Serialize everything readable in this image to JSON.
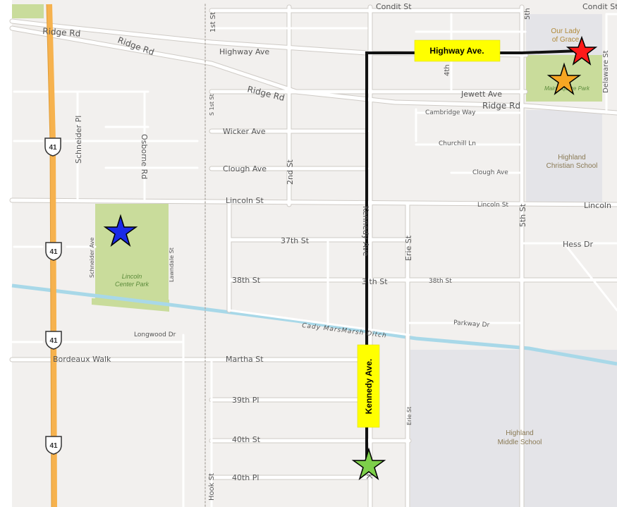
{
  "colors": {
    "land": "#f2f0ee",
    "road": "#ffffff",
    "road_edge": "#cfcbc6",
    "highway": "#f6b24e",
    "water": "#a8d8e8",
    "park": "#c9dc9b",
    "school": "#e4e4e8",
    "route": "#111111",
    "route_label_bg": "#ffff00",
    "star_red": "#ff1a1a",
    "star_orange": "#f6a623",
    "star_blue": "#1a2ae8",
    "star_green": "#7dcf4a"
  },
  "route_labels": {
    "highway_ave": "Highway Ave.",
    "kennedy_ave": "Kennedy Ave."
  },
  "streets": {
    "condit_st_1": "Condit St",
    "condit_st_2": "Condit St",
    "ridge_rd_1": "Ridge Rd",
    "ridge_rd_2": "Ridge Rd",
    "ridge_rd_3": "Ridge Rd",
    "ridge_rd_4": "Ridge Rd",
    "highway_ave": "Highway Ave",
    "jewett_ave": "Jewett Ave",
    "cambridge_way": "Cambridge Way",
    "churchill_ln": "Churchill Ln",
    "wicker_ave": "Wicker Ave",
    "clough_ave_1": "Clough Ave",
    "clough_ave_2": "Clough Ave",
    "lincoln_st_1": "Lincoln St",
    "lincoln_st_2": "Lincoln St",
    "lincoln_st_3": "Lincoln",
    "st_37th": "37th St",
    "st_38th_1": "38th St",
    "st_38th_2": "3 th St",
    "st_38th_3": "38th St",
    "hess_dr": "Hess Dr",
    "parkway_dr": "Parkway Dr",
    "cady_marsh_ditch": "Cady MarsMarsh Ditch",
    "longwood_dr": "Longwood Dr",
    "bordeaux_walk": "Bordeaux Walk",
    "martha_st": "Martha St",
    "pl_39th": "39th Pl",
    "st_40th": "40th St",
    "pl_40th": "40th Pl",
    "schneider_pl": "Schneider Pl",
    "osborne_rd": "Osborne Rd",
    "schneider_ave": "Schneider Ave",
    "lawndale_st": "Lawndale St",
    "s_1st_st": "S 1st St",
    "st_1st": "1st St",
    "st_2nd": "2nd St",
    "kennedy_ave_1": "Kennedy Ave",
    "kennedy_ave_2": "K",
    "erie_st_1": "Erie St",
    "erie_st_2": "Erie St",
    "st_4th": "4th",
    "st_5th_1": "5th",
    "st_5th_2": "5th St",
    "delaware_st": "Delaware St",
    "hook_st": "Hook St"
  },
  "pois": {
    "our_lady_line1": "Our Lady",
    "our_lady_line2": "of Grace",
    "main_square_park": "Main Square Park",
    "highland_christian_line1": "Highland",
    "highland_christian_line2": "Christian School",
    "lincoln_park_line1": "Lincoln",
    "lincoln_park_line2": "Center Park",
    "highland_middle_line1": "Highland",
    "highland_middle_line2": "Middle School"
  },
  "shields": {
    "us41_1": "41",
    "us41_2": "41",
    "us41_3": "41",
    "us41_4": "41"
  }
}
